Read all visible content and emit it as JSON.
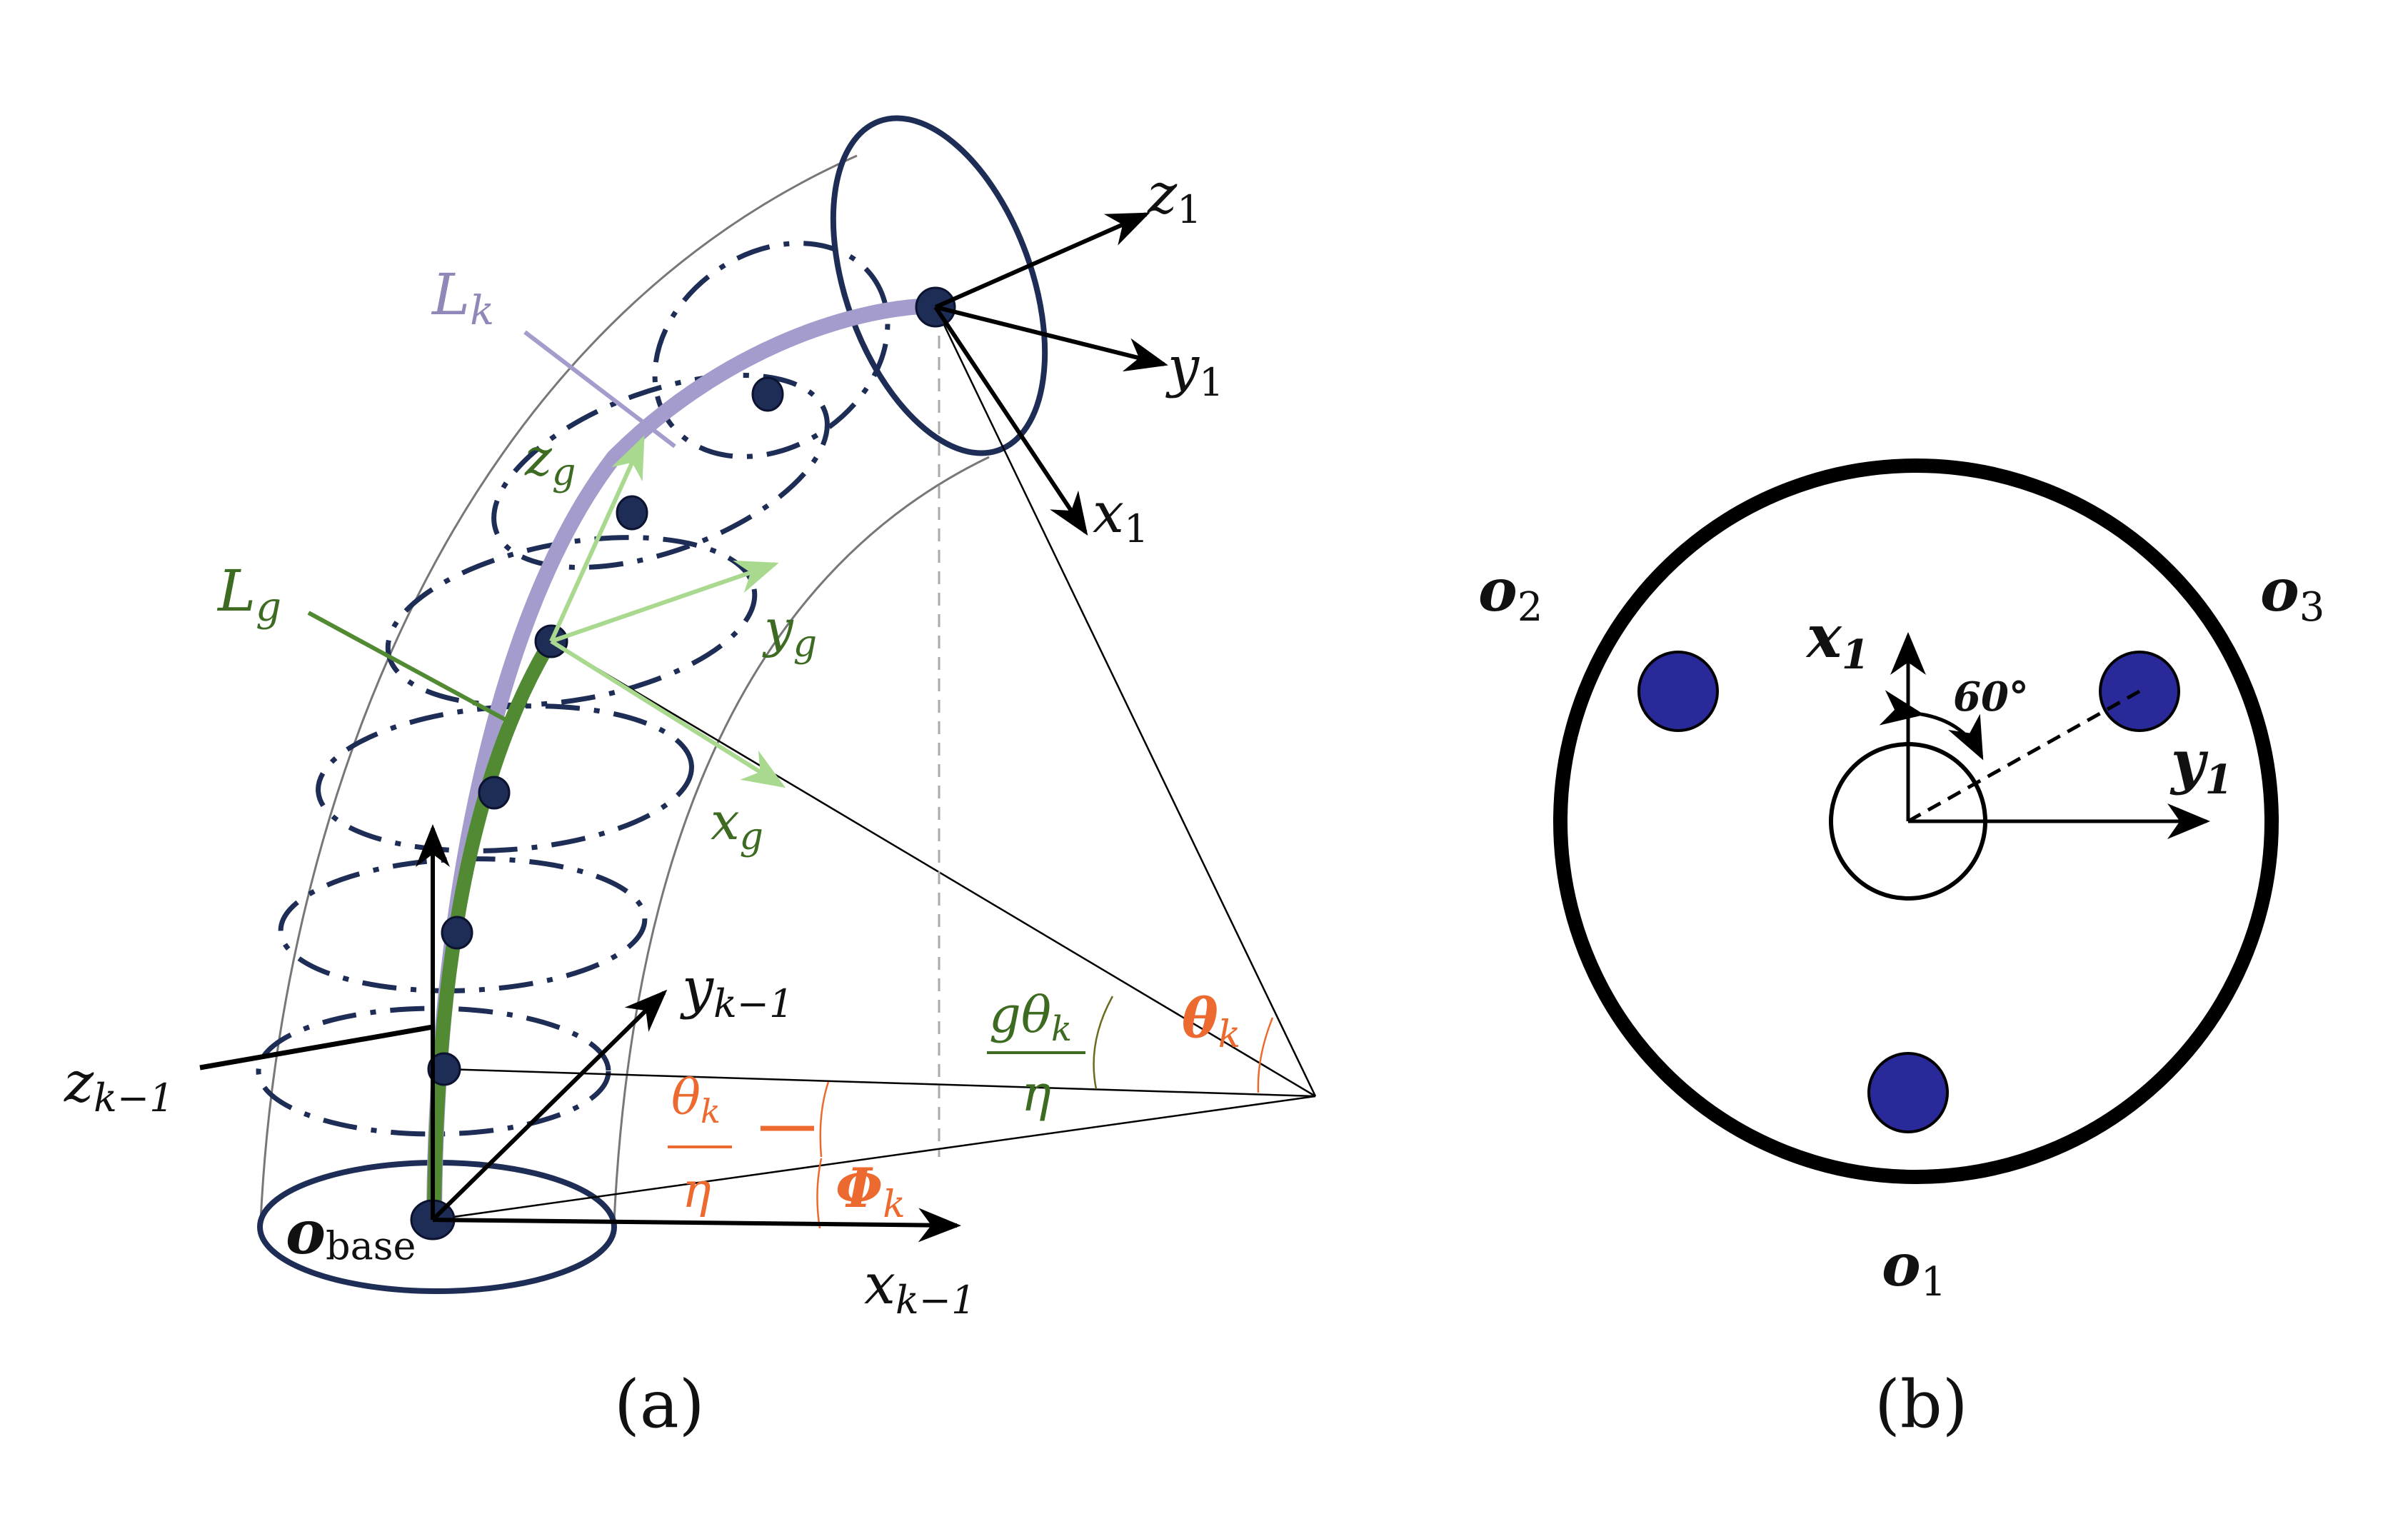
{
  "colors": {
    "navy": "#1e2d55",
    "green": "#528a33",
    "light_green": "#a9d98f",
    "lavender": "#a39ccc",
    "orange": "#ec6a2f",
    "dark_green_text": "#3d6b22",
    "blue_fill": "#29299a"
  },
  "panel_a": {
    "caption": "(a)",
    "z1": {
      "base": "z",
      "sub": "1"
    },
    "y1": {
      "base": "y",
      "sub": "1"
    },
    "x1": {
      "base": "x",
      "sub": "1"
    },
    "zg": {
      "base": "z",
      "sub": "g"
    },
    "yg": {
      "base": "y",
      "sub": "g"
    },
    "xg": {
      "base": "x",
      "sub": "g"
    },
    "Lk": {
      "base": "L",
      "sub": "k"
    },
    "Lg": {
      "base": "L",
      "sub": "g"
    },
    "zk1": {
      "base": "z",
      "sub": "k−1"
    },
    "yk1": {
      "base": "y",
      "sub": "k−1"
    },
    "xk1": {
      "base": "x",
      "sub": "k−1"
    },
    "obase": {
      "base": "o",
      "sub": "base"
    },
    "gtheta": {
      "num_g": "g",
      "num_theta": "θ",
      "num_sub": "k",
      "den": "η"
    },
    "theta_eta": {
      "num": "θ",
      "num_sub": "k",
      "den": "η"
    },
    "Theta": {
      "base": "θ",
      "sub": "k"
    },
    "Phi": {
      "base": "Φ",
      "sub": "k"
    }
  },
  "panel_b": {
    "caption": "(b)",
    "o1": {
      "base": "o",
      "sub": "1"
    },
    "o2": {
      "base": "o",
      "sub": "2"
    },
    "o3": {
      "base": "o",
      "sub": "3"
    },
    "x1": {
      "base": "x",
      "sub": "1"
    },
    "y1": {
      "base": "y",
      "sub": "1"
    },
    "angle": "60°"
  }
}
